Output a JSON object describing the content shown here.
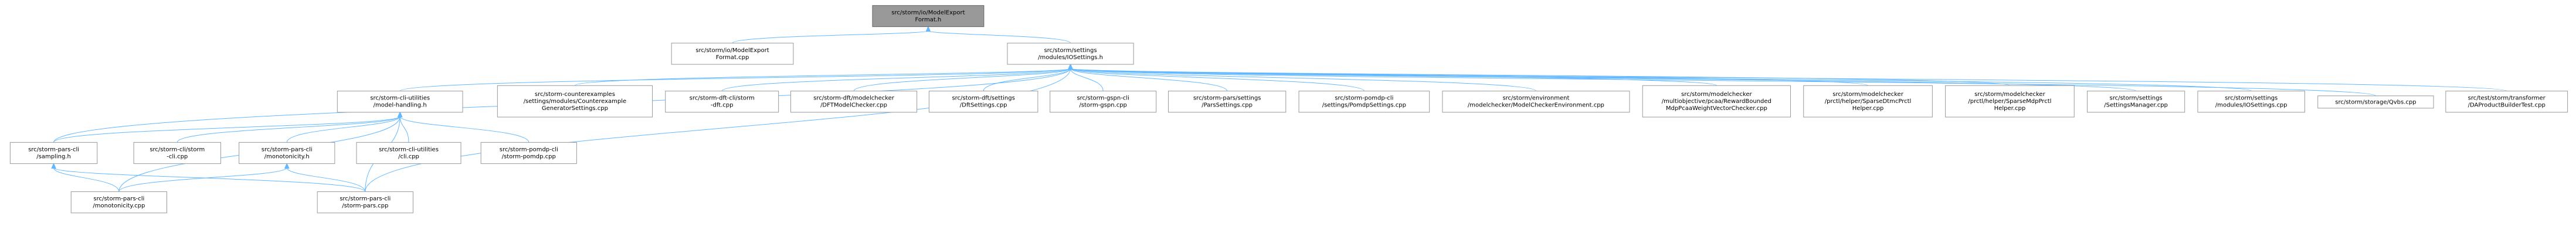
{
  "graph": {
    "edge_color": "#63b8ff",
    "root_fill": "#999999",
    "node_border": "#999999",
    "nodes": [
      {
        "id": "root",
        "lines": [
          "src/storm/io/ModelExport",
          "Format.h"
        ],
        "root": true
      },
      {
        "id": "mef_cpp",
        "lines": [
          "src/storm/io/ModelExport",
          "Format.cpp"
        ]
      },
      {
        "id": "ios_h",
        "lines": [
          "src/storm/settings",
          "/modules/IOSettings.h"
        ]
      },
      {
        "id": "mh_h",
        "lines": [
          "src/storm-cli-utilities",
          "/model-handling.h"
        ]
      },
      {
        "id": "cex",
        "lines": [
          "src/storm-counterexamples",
          "/settings/modules/Counterexample",
          "GeneratorSettings.cpp"
        ]
      },
      {
        "id": "dft_cli",
        "lines": [
          "src/storm-dft-cli/storm",
          "-dft.cpp"
        ]
      },
      {
        "id": "dftmc",
        "lines": [
          "src/storm-dft/modelchecker",
          "/DFTModelChecker.cpp"
        ]
      },
      {
        "id": "dftset",
        "lines": [
          "src/storm-dft/settings",
          "/DftSettings.cpp"
        ]
      },
      {
        "id": "gspn",
        "lines": [
          "src/storm-gspn-cli",
          "/storm-gspn.cpp"
        ]
      },
      {
        "id": "parsset",
        "lines": [
          "src/storm-pars/settings",
          "/ParsSettings.cpp"
        ]
      },
      {
        "id": "pomdpset",
        "lines": [
          "src/storm-pomdp-cli",
          "/settings/PomdpSettings.cpp"
        ]
      },
      {
        "id": "env",
        "lines": [
          "src/storm/environment",
          "/modelchecker/ModelCheckerEnvironment.cpp"
        ]
      },
      {
        "id": "multi",
        "lines": [
          "src/storm/modelchecker",
          "/multiobjective/pcaa/RewardBounded",
          "MdpPcaaWeightVectorChecker.cpp"
        ]
      },
      {
        "id": "sdtmc",
        "lines": [
          "src/storm/modelchecker",
          "/prctl/helper/SparseDtmcPrctl",
          "Helper.cpp"
        ]
      },
      {
        "id": "smdp",
        "lines": [
          "src/storm/modelchecker",
          "/prctl/helper/SparseMdpPrctl",
          "Helper.cpp"
        ]
      },
      {
        "id": "setmgr",
        "lines": [
          "src/storm/settings",
          "/SettingsManager.cpp"
        ]
      },
      {
        "id": "ios_cpp",
        "lines": [
          "src/storm/settings",
          "/modules/IOSettings.cpp"
        ]
      },
      {
        "id": "qvbs",
        "lines": [
          "src/storm/storage/Qvbs.cpp"
        ]
      },
      {
        "id": "jdd",
        "lines": [
          "src/test/storm/transformer",
          "/DAProductBuilderTest.cpp"
        ]
      },
      {
        "id": "samp_h",
        "lines": [
          "src/storm-pars-cli",
          "/sampling.h"
        ]
      },
      {
        "id": "cli_cpp",
        "lines": [
          "src/storm-cli/storm",
          "-cli.cpp"
        ]
      },
      {
        "id": "mono_h",
        "lines": [
          "src/storm-pars-cli",
          "/monotonicity.h"
        ]
      },
      {
        "id": "utcli",
        "lines": [
          "src/storm-cli-utilities",
          "/cli.cpp"
        ]
      },
      {
        "id": "pomdp",
        "lines": [
          "src/storm-pomdp-cli",
          "/storm-pomdp.cpp"
        ]
      },
      {
        "id": "mono_cpp",
        "lines": [
          "src/storm-pars-cli",
          "/monotonicity.cpp"
        ]
      },
      {
        "id": "pars_cpp",
        "lines": [
          "src/storm-pars-cli",
          "/storm-pars.cpp"
        ]
      }
    ],
    "edges": [
      [
        "mef_cpp",
        "root"
      ],
      [
        "ios_h",
        "root"
      ],
      [
        "mh_h",
        "ios_h"
      ],
      [
        "cex",
        "ios_h"
      ],
      [
        "dft_cli",
        "ios_h"
      ],
      [
        "dftmc",
        "ios_h"
      ],
      [
        "dftset",
        "ios_h"
      ],
      [
        "gspn",
        "ios_h"
      ],
      [
        "parsset",
        "ios_h"
      ],
      [
        "pomdpset",
        "ios_h"
      ],
      [
        "env",
        "ios_h"
      ],
      [
        "multi",
        "ios_h"
      ],
      [
        "sdtmc",
        "ios_h"
      ],
      [
        "smdp",
        "ios_h"
      ],
      [
        "setmgr",
        "ios_h"
      ],
      [
        "ios_cpp",
        "ios_h"
      ],
      [
        "qvbs",
        "ios_h"
      ],
      [
        "jdd",
        "ios_h"
      ],
      [
        "samp_h",
        "ios_h"
      ],
      [
        "pars_cpp",
        "ios_h"
      ],
      [
        "samp_h",
        "mh_h"
      ],
      [
        "cli_cpp",
        "mh_h"
      ],
      [
        "mono_h",
        "mh_h"
      ],
      [
        "utcli",
        "mh_h"
      ],
      [
        "pomdp",
        "mh_h"
      ],
      [
        "mono_cpp",
        "mh_h"
      ],
      [
        "pars_cpp",
        "mh_h"
      ],
      [
        "mono_cpp",
        "samp_h"
      ],
      [
        "pars_cpp",
        "samp_h"
      ],
      [
        "mono_cpp",
        "mono_h"
      ],
      [
        "pars_cpp",
        "mono_h"
      ]
    ]
  }
}
